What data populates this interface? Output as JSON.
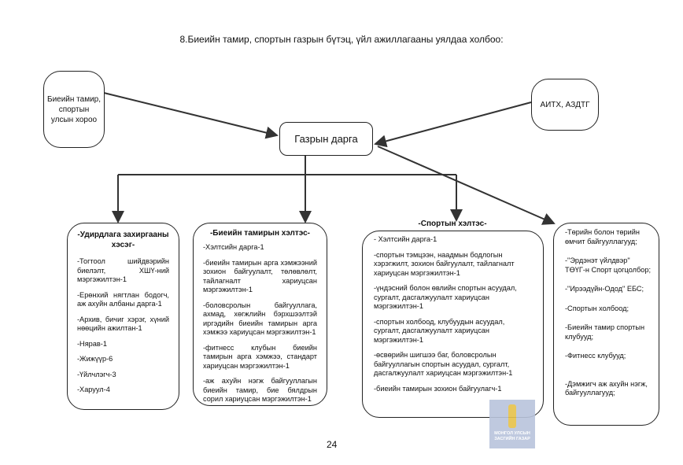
{
  "title": "8.Биеийн тамир, спортын газрын бүтэц, үйл ажиллагааны уялдаа холбоо:",
  "top_left": "Биеийн тамир, спортын улсын хороо",
  "top_right": "АИТХ, АЗДТГ",
  "center": "Газрын дарга",
  "units": [
    {
      "heading": "-Удирдлага захиргааны хэсэг-",
      "items": [
        "-Тогтоол шийдвэрийн биелэлт, ХШҮ-ний мэргэжилтэн-1",
        "-Ерөнхий нягтлан бодогч, аж ахуйн албаны дарга-1",
        "-Архив, бичиг хэрэг, хүний нөөцийн ажилтан-1",
        "-Нярав-1",
        "-Жижүүр-6",
        "-Үйлчлэгч-3",
        "-Харуул-4"
      ]
    },
    {
      "heading": "-Биеийн тамирын хэлтэс-",
      "items": [
        "-Хэлтсийн дарга-1",
        "-биеийн тамирын арга хэмжээний зохион байгуулалт, төлөвлөлт, тайлагналт хариуцсан мэргэжилтэн-1",
        "-боловсролын байгууллага, ахмад, хөгжлийн бэрхшээлтэй иргэдийн биеийн тамирын арга хэмжээ хариуцсан мэргэжилтэн-1",
        "-фитнесс клубын биеийн тамирын арга хэмжээ, стандарт хариуцсан мэргэжилтэн-1",
        "-аж ахуйн нэгж байгууллагын биеийн тамир, бие бялдрын сорил хариуцсан мэргэжилтэн-1"
      ]
    },
    {
      "heading": "-Спортын хэлтэс-",
      "items": [
        "- Хэлтсийн дарга-1",
        "-спортын тэмцээн, наадмын бодлогын хэрэгжилт, зохион байгуулалт, тайлагналт хариуцсан мэргэжилтэн-1",
        "-үндэсний болон өвлийн спортын асуудал, сургалт, дасгалжуулалт хариуцсан мэргэжилтэн-1",
        "-спортын холбоод, клубуудын асуудал, сургалт, дасгалжуулалт хариуцсан мэргэжилтэн-1",
        "-өсвөрийн шигшээ баг, боловсролын байгууллагын спортын асуудал, сургалт, дасгалжуулалт хариуцсан мэргэжилтэн-1",
        "-биеийн тамирын зохион байгуулагч-1"
      ]
    },
    {
      "items": [
        "-Төрийн болон төрийн өмчит байгууллагууд;",
        "-\"Эрдэнэт үйлдвэр\" ТӨҮГ-н Спорт цогцолбор;",
        "-\"Ирээдүйн-Одод\" ЕБС;",
        "-Спортын холбоод;",
        "-Биеийн тамир спортын клубууд;",
        "-Фитнесс клубууд;",
        "-Дэмжигч аж ахуйн нэгж, байгууллагууд;"
      ]
    }
  ],
  "logo_text": "МОНГОЛ УЛСЫН ЗАСГИЙН ГАЗАР",
  "page_number": "24"
}
